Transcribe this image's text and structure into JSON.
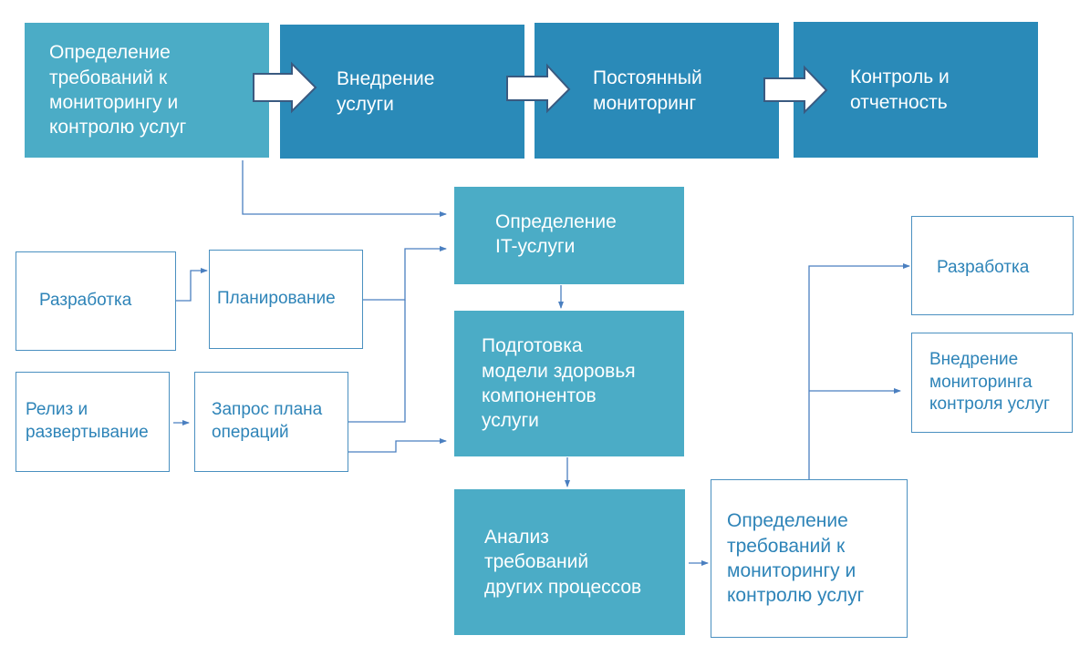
{
  "colors": {
    "light_fill": "#4BACC6",
    "dark_fill": "#2A8AB8",
    "outline_border": "#4A90C0",
    "outline_text": "#2E84B8",
    "connector": "#4A7FC0",
    "arrow_border": "#3A5A80"
  },
  "top_row": [
    {
      "id": "define-requirements",
      "label": "Определение\nтребований к\nмониторингу и\nконтролю услуг"
    },
    {
      "id": "implement-service",
      "label": "Внедрение\nуслуги"
    },
    {
      "id": "continuous-monitoring",
      "label": "Постоянный\nмониторинг"
    },
    {
      "id": "control-reporting",
      "label": "Контроль и\nотчетность"
    }
  ],
  "center_column": [
    {
      "id": "define-it-service",
      "label": "Определение\n IT-услуги"
    },
    {
      "id": "health-model",
      "label": "Подготовка\nмодели здоровья\nкомпонентов\nуслуги"
    },
    {
      "id": "analyze-requirements",
      "label": "Анализ\nтребований\nдругих процессов"
    }
  ],
  "left_inputs": [
    {
      "id": "development-left",
      "label": "Разработка"
    },
    {
      "id": "planning",
      "label": "Планирование"
    },
    {
      "id": "release-deploy",
      "label": "Релиз и\nразвертывание"
    },
    {
      "id": "ops-plan-request",
      "label": "Запрос плана\nопераций"
    }
  ],
  "right_outputs": [
    {
      "id": "define-requirements-out",
      "label": "Определение\nтребований к\nмониторингу и\nконтролю услуг"
    },
    {
      "id": "development-right",
      "label": "Разработка"
    },
    {
      "id": "implement-monitoring",
      "label": "Внедрение\nмониторинга\nконтроля услуг"
    }
  ]
}
